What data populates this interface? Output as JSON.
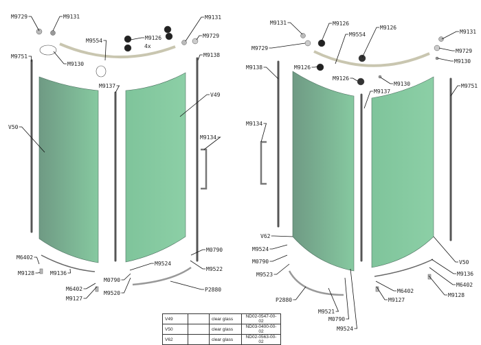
{
  "left_labels": [
    "M9729",
    "M9131",
    "M9131",
    "M9126",
    "4x",
    "M9729",
    "M9554",
    "M9751",
    "M9138",
    "M9130",
    "M9137",
    "V49",
    "V50",
    "M9134",
    "M6402",
    "M9128",
    "M9136",
    "M9524",
    "M0790",
    "M9522",
    "M0790",
    "M9520",
    "M6402",
    "M9127",
    "P2880"
  ],
  "right_labels": [
    "M9131",
    "M9126",
    "M9126",
    "M9554",
    "M9131",
    "M9729",
    "M9729",
    "M9130",
    "M9126",
    "M9138",
    "M9126",
    "M9130",
    "M9751",
    "M9137",
    "M9134",
    "V62",
    "M9524",
    "M0790",
    "M9523",
    "V50",
    "M9136",
    "M6402",
    "M9128",
    "M6402",
    "M9127",
    "P2880",
    "M9521",
    "M0790",
    "M9524"
  ],
  "parts_table": [
    [
      "V49",
      "",
      "clear glass",
      "ND02-0547-00-02"
    ],
    [
      "V50",
      "",
      "clear glass",
      "ND03-0400-00-02"
    ],
    [
      "V62",
      "",
      "clear glass",
      "ND02-0563-00-02"
    ]
  ],
  "colors": {
    "glass_dark": "#6f9a84",
    "glass_light": "#86cba0",
    "rod": "#555555"
  }
}
